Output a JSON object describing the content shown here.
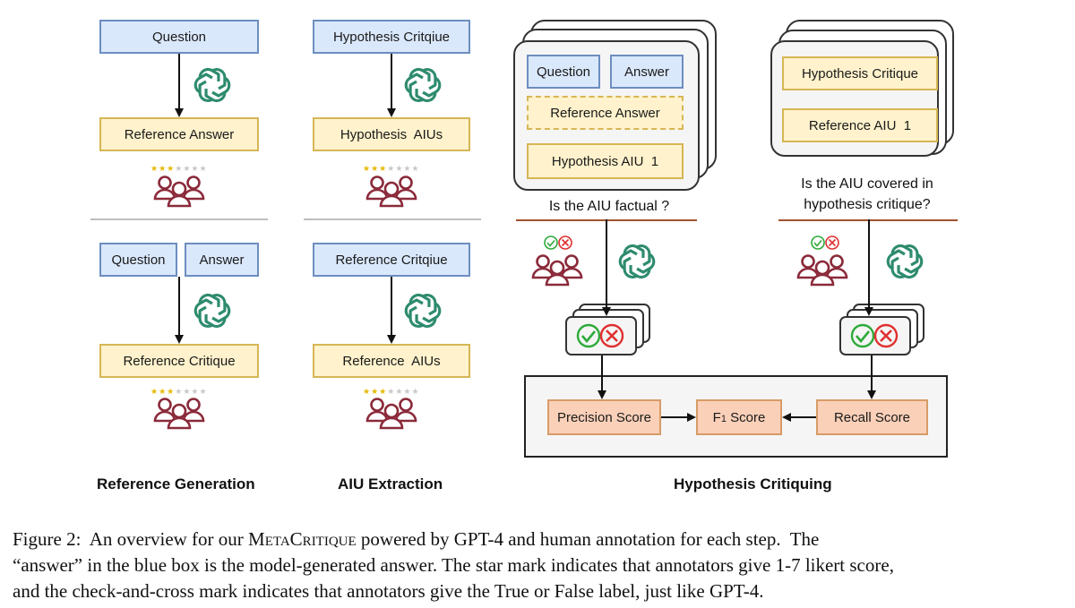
{
  "reference_generation": {
    "question": "Question",
    "reference_answer": "Reference Answer",
    "question2": "Question",
    "answer": "Answer",
    "reference_critique": "Reference Critique",
    "label": "Reference Generation"
  },
  "aiu_extraction": {
    "hypothesis_critique": "Hypothesis Critqiue",
    "hypothesis_aius": "Hypothesis  AIUs",
    "reference_critique": "Reference Critqiue",
    "reference_aius": "Reference  AIUs",
    "label": "AIU Extraction"
  },
  "hypothesis_critiquing": {
    "left_card": {
      "question": "Question",
      "answer": "Answer",
      "reference_answer": "Reference Answer",
      "hypothesis_aiu": "Hypothesis AIU  1"
    },
    "left_question": "Is the AIU factual ?",
    "right_card": {
      "hypothesis_critique": "Hypothesis Critique",
      "reference_aiu": "Reference AIU  1"
    },
    "right_question_line1": "Is the AIU covered in",
    "right_question_line2": "hypothesis critique?",
    "precision": "Precision Score",
    "f1_prefix": "F",
    "f1_sub": "1",
    "f1_suffix": " Score",
    "recall": "Recall Score",
    "label": "Hypothesis Critiquing"
  },
  "stars": {
    "filled": 3,
    "total": 7
  },
  "caption": {
    "line1_prefix": "Figure 2:  An overview for our ",
    "line1_name": "MetaCritique",
    "line1_suffix": " powered by GPT-4 and human annotation for each step.  The",
    "line2": "“answer” in the blue box is the model-generated answer. The star mark indicates that annotators give 1-7 likert score,",
    "line3": "and the check-and-cross mark indicates that annotators give the True or False label, just like GPT-4."
  },
  "colors": {
    "blue_fill": "#dae8fc",
    "blue_border": "#6c8ebf",
    "yellow_fill": "#fff2cc",
    "yellow_border": "#d6b656",
    "orange_fill": "#fad0b8",
    "people": "#8b2a3a",
    "gpt_logo": "#2e8b6e",
    "check": "#2eaa3a",
    "cross": "#e03030",
    "divider": "#a0522d"
  }
}
